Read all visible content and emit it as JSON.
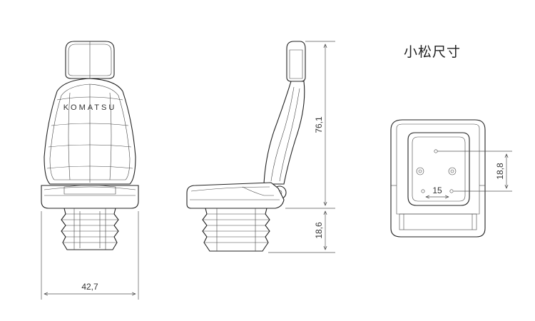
{
  "title": "小松尺寸",
  "logo_text": "KOMATSU",
  "dimensions": {
    "width": "42,7",
    "back_height": "76,1",
    "base_height": "18,6",
    "mount_spacing_h": "15",
    "mount_spacing_v": "18,8"
  },
  "colors": {
    "line": "#222222",
    "background": "#ffffff"
  }
}
